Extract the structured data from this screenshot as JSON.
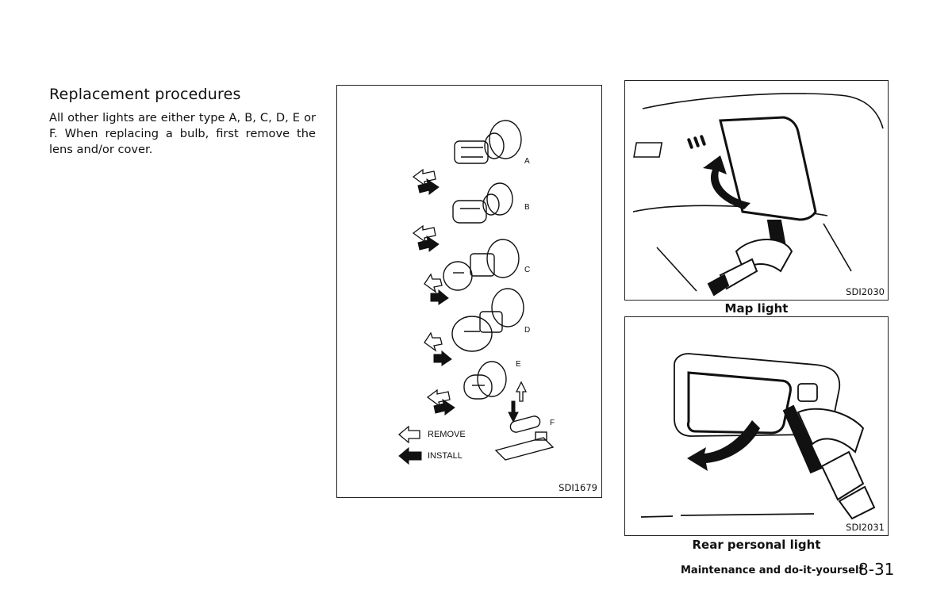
{
  "section": {
    "heading": "Replacement procedures",
    "body": "All other lights are either type A, B, C, D, E or F. When replacing a bulb, first remove the lens and/or cover."
  },
  "figures": {
    "bulbs": {
      "code": "SDI1679",
      "labels": [
        "A",
        "B",
        "C",
        "D",
        "E",
        "F"
      ],
      "legend_remove": "REMOVE",
      "legend_install": "INSTALL"
    },
    "map_light": {
      "code": "SDI2030",
      "caption": "Map light"
    },
    "rear_personal_light": {
      "code": "SDI2031",
      "caption": "Rear personal light"
    }
  },
  "footer": {
    "section_title": "Maintenance and do-it-yourself",
    "page_number": "8-31"
  }
}
